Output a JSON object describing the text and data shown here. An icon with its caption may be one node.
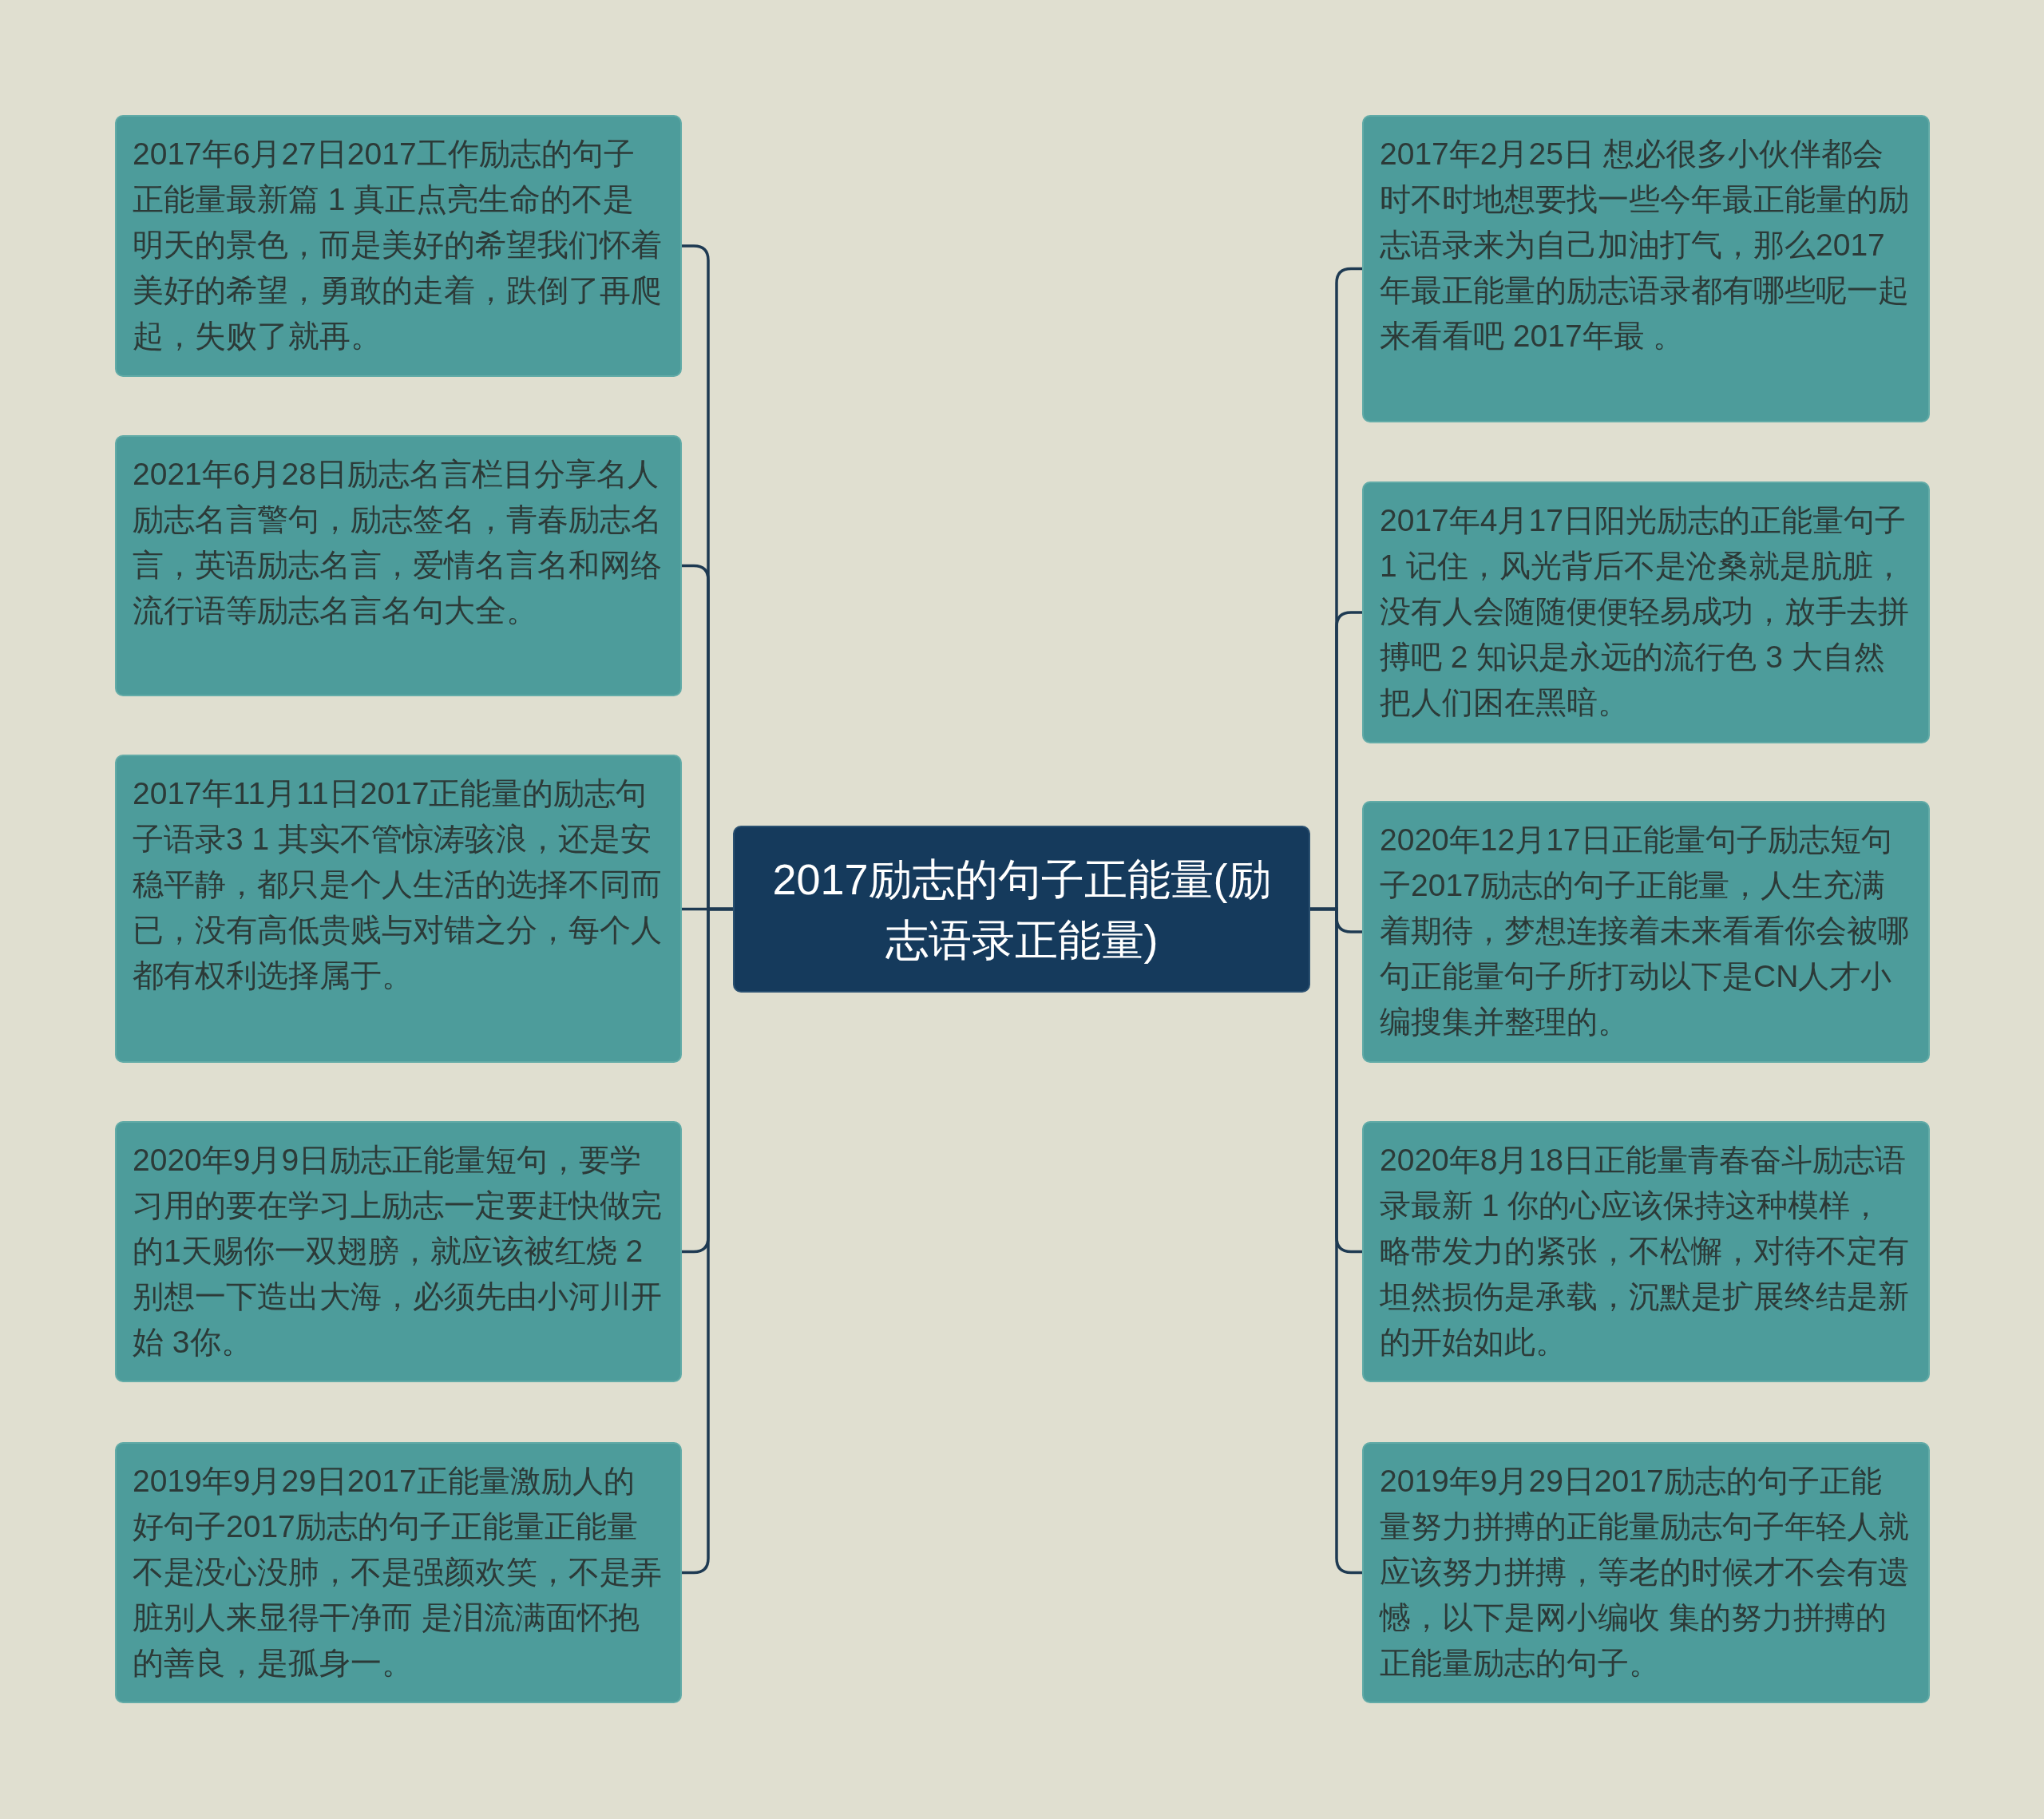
{
  "diagram": {
    "nodes": [
      {
        "text": [
          "2017励志的句子正能量(励志语录正能量)"
        ]
      },
      {
        "text": [
          "2017年6月27日2017工作励志的句子正能量最新篇 1 真正点亮生命的不是明天的景色，而是美好的希望我们怀着美好的希望，勇敢的走着，跌倒了再爬起，失败了就再。"
        ]
      },
      {
        "text": [
          "2021年6月28日励志名言栏目分享名人励志名言警句，励志签名，青春励志名言，英语励志名言，爱情名言名和网络流行语等励志名言名句大全。"
        ]
      },
      {
        "text": [
          "2017年11月11日2017正能量的励志句子语录3 1 其实不管惊涛骇浪，还是安稳平静，都只是个人生活的选择不同而已，没有高低贵贱与对错之分，每个人都有权利选择属于。"
        ]
      },
      {
        "text": [
          "2020年9月9日励志正能量短句，要学习用的要在学习上励志一定要赶快做完的1天赐你一双翅膀，就应该被红烧 2别想一下造出大海，必须先由小河川开始 3你。"
        ]
      },
      {
        "text": [
          "2019年9月29日2017正能量激励人的好句子2017励志的句子正能量正能量不是没心没肺，不是强颜欢笑，不是弄脏别人来显得干净而 是泪流满面怀抱的善良，是孤身一。"
        ]
      },
      {
        "text": [
          "2017年2月25日 想必很多小伙伴都会时不时地想要找一些今年最正能量的励志语录来为自己加油打气，那么2017年最正能量的励志语录都有哪些呢一起来看看吧 2017年最 。"
        ]
      },
      {
        "text": [
          "2017年4月17日阳光励志的正能量句子1 记住，风光背后不是沧桑就是肮脏，没有人会随随便便轻易成功，放手去拼搏吧 2 知识是永远的流行色 3 大自然把人们困在黑暗。"
        ]
      },
      {
        "text": [
          "2020年12月17日正能量句子励志短句子2017励志的句子正能量，人生充满着期待，梦想连接着未来看看你会被哪句正能量句子所打动以下是CN人才小编搜集并整理的。"
        ]
      },
      {
        "text": [
          "2020年8月18日正能量青春奋斗励志语录最新 1 你的心应该保持这种模样，略带发力的紧张，不松懈，对待不定有坦然损伤是承载，沉默是扩展终结是新的开始如此。"
        ]
      },
      {
        "text": [
          "2019年9月29日2017励志的句子正能量努力拼搏的正能量励志句子年轻人就应该努力拼搏，等老的时候才不会有遗憾，以下是网小编收 集的努力拼搏的正能量励志的句子。"
        ]
      }
    ],
    "edges": [
      {
        "from": 0,
        "to": 1,
        "arrow": "none"
      },
      {
        "from": 0,
        "to": 2,
        "arrow": "none"
      },
      {
        "from": 0,
        "to": 3,
        "arrow": "none"
      },
      {
        "from": 0,
        "to": 4,
        "arrow": "none"
      },
      {
        "from": 0,
        "to": 5,
        "arrow": "none"
      },
      {
        "from": 0,
        "to": 6,
        "arrow": "none"
      },
      {
        "from": 0,
        "to": 7,
        "arrow": "none"
      },
      {
        "from": 0,
        "to": 8,
        "arrow": "none"
      },
      {
        "from": 0,
        "to": 9,
        "arrow": "none"
      },
      {
        "from": 0,
        "to": 10,
        "arrow": "none"
      }
    ]
  }
}
